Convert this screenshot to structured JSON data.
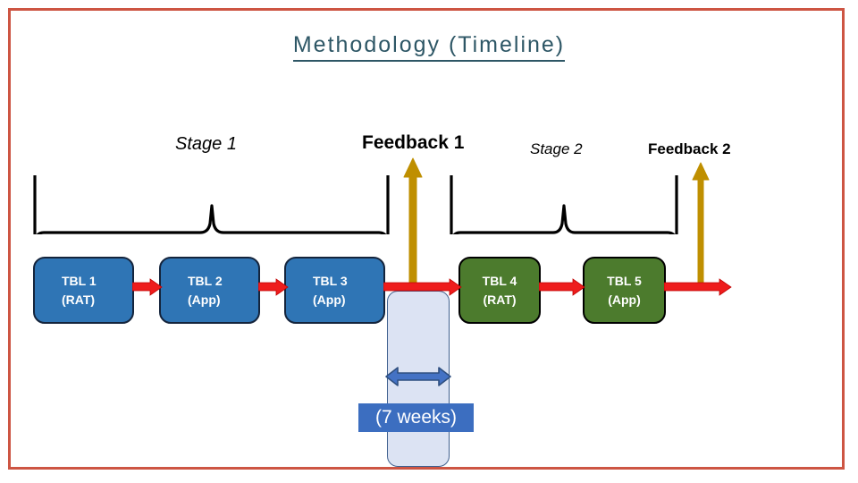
{
  "slide": {
    "title": "Methodology (Timeline)",
    "frame_color": "#cd5543",
    "title_color": "#2e5766",
    "background": "#ffffff"
  },
  "captions": [
    {
      "id": "stage-1",
      "label": "Stage 1",
      "style": "italic"
    },
    {
      "id": "feedback-1",
      "label": "Feedback 1",
      "style": "bold"
    },
    {
      "id": "stage-2",
      "label": "Stage 2",
      "style": "italic"
    },
    {
      "id": "feedback-2",
      "label": "Feedback 2",
      "style": "bold"
    }
  ],
  "timeline": {
    "boxes": [
      {
        "id": "tbl-1",
        "line1": "TBL 1",
        "line2": "(RAT)",
        "color": "#2f75b5",
        "group": "stage-1"
      },
      {
        "id": "tbl-2",
        "line1": "TBL 2",
        "line2": "(App)",
        "color": "#2f75b5",
        "group": "stage-1"
      },
      {
        "id": "tbl-3",
        "line1": "TBL 3",
        "line2": "(App)",
        "color": "#2f75b5",
        "group": "stage-1"
      },
      {
        "id": "tbl-4",
        "line1": "TBL 4",
        "line2": "(RAT)",
        "color": "#4c7b2d",
        "group": "stage-2"
      },
      {
        "id": "tbl-5",
        "line1": "TBL 5",
        "line2": "(App)",
        "color": "#4c7b2d",
        "group": "stage-2"
      }
    ],
    "flow_arrow_color": "#ee1c1c",
    "feedback_arrow_color": "#bf8f00",
    "duration_label": "(7 weeks)",
    "duration_highlight_color": "#3c6ec0",
    "duration_arrow_color": "#4472c4",
    "column_fill": "#dce3f3",
    "column_border": "#41618f"
  }
}
